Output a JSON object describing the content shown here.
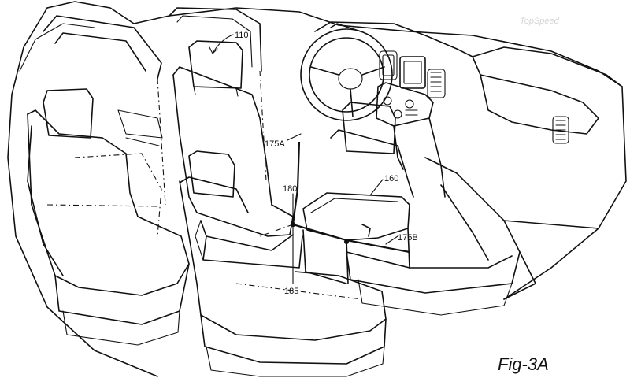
{
  "figure": {
    "label": "Fig-3A",
    "watermark": "TopSpeed"
  },
  "reference_numerals": {
    "seat_back": "110",
    "link_upper": "175A",
    "pivot": "180",
    "console": "160",
    "link_lower": "175B",
    "base": "185"
  }
}
